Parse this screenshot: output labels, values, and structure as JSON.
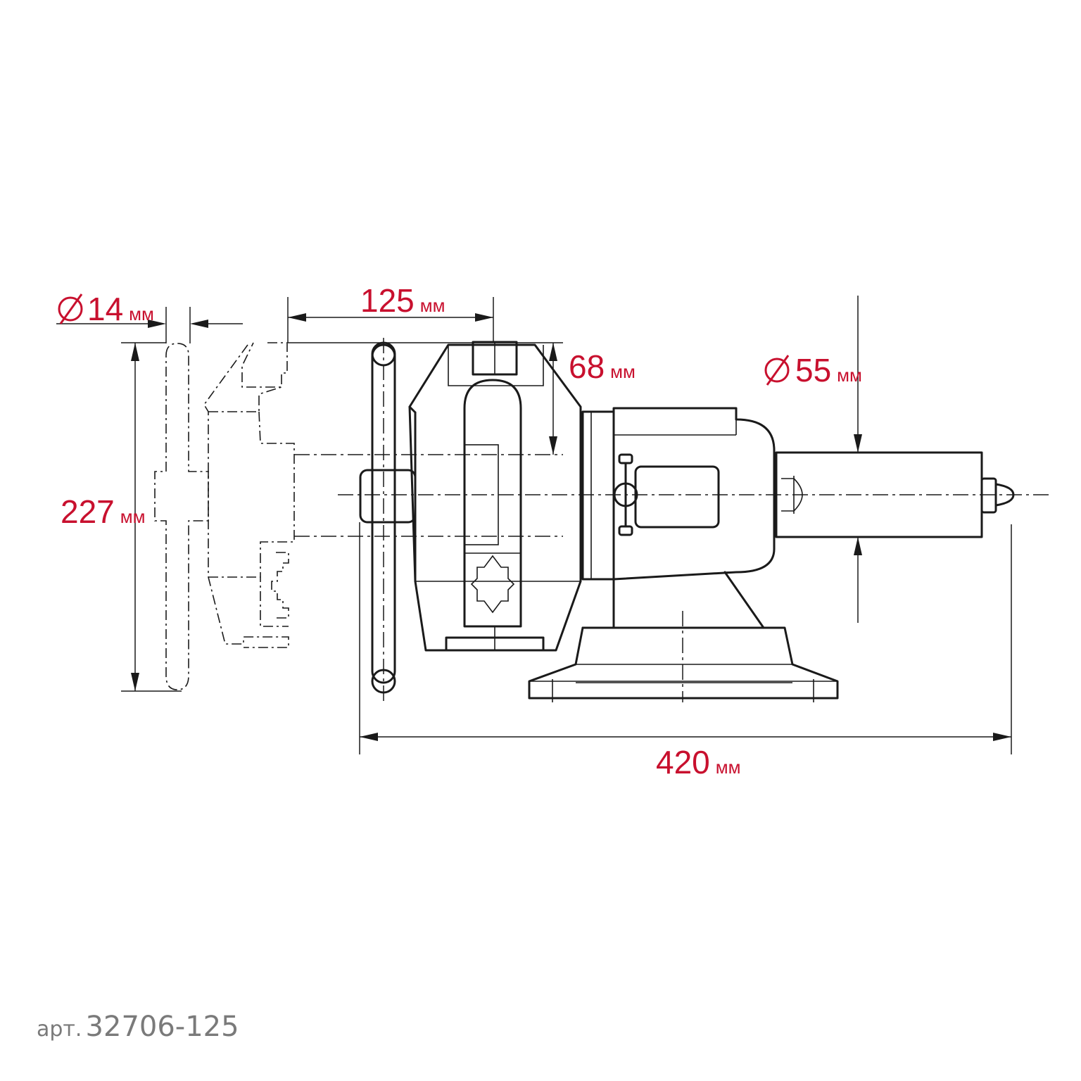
{
  "unit": "мм",
  "dimensions": {
    "handle_diameter": "14",
    "jaw_width": "125",
    "jaw_depth": "68",
    "pipe_diameter": "55",
    "height": "227",
    "length": "420"
  },
  "caption": {
    "prefix": "арт.",
    "article": "32706-125"
  },
  "colors": {
    "dimension_text": "#c8102e",
    "outline": "#1a1a1a",
    "caption": "#7a7a7a",
    "background": "#ffffff"
  }
}
